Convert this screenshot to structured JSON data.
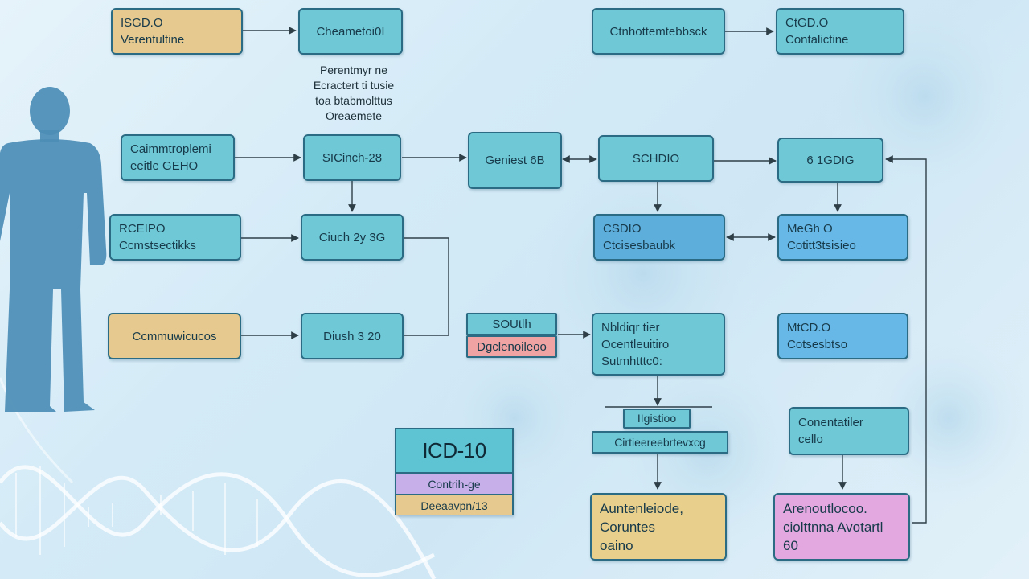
{
  "nodes": {
    "n1": [
      "ISGD.O",
      "Verentultine"
    ],
    "n2": [
      "Cheametoi0I"
    ],
    "n3": [
      "Ctnhottemtebbsck"
    ],
    "n4": [
      "CtGD.O",
      "Contalictine"
    ],
    "n5": [
      "Caimmtroplemi",
      "eeitle GEHO"
    ],
    "n6": [
      "SICinch-28"
    ],
    "n7": [
      "Geniest 6B"
    ],
    "n8": [
      "SCHDIO"
    ],
    "n9": [
      "6 1GDIG"
    ],
    "n10": [
      "RCEIPO",
      "Ccmstsectikks"
    ],
    "n11": [
      "Ciuch 2y 3G"
    ],
    "n12": [
      "CSDIO",
      "Ctcisesbaubk"
    ],
    "n13": [
      "MeGh O",
      "Cotitt3tsisieo"
    ],
    "n14": [
      "Ccmmuwicucos"
    ],
    "n15": [
      "Diush 3 20"
    ],
    "n16a": [
      "SOUtlh"
    ],
    "n16b": [
      "Dgclenoileoo"
    ],
    "n17": [
      "Nbldiqr tier",
      "Ocentleuitiro",
      "Sutmhtttc0:"
    ],
    "n18": [
      "MtCD.O",
      "Cotsesbtso"
    ],
    "n19a": [
      "IIgistioo"
    ],
    "n19b": [
      "Cirtieereebrtevxcg"
    ],
    "n20": [
      "Conentatiler",
      "cello"
    ],
    "n21": [
      "Auntenleiode,",
      "Coruntes",
      "oaino"
    ],
    "n22": [
      "Arenoutlocoo.",
      "ciolttnna Avotartl",
      "60"
    ]
  },
  "annotation": [
    "Perentmyr ne",
    "Ecractert ti tusie",
    "toa btabmolttus",
    "Oreaemete"
  ],
  "icd": {
    "title": "ICD-10",
    "row1": "Contrih-ge",
    "row2": "Deeaavpn/13"
  },
  "colors": {
    "teal": "#6fc8d6",
    "blue": "#67b8e6",
    "gold": "#e5c98e",
    "pink": "#e2a8df",
    "salmon": "#f0a3a3",
    "lilac": "#c7b0ea",
    "stroke": "#2b6c84",
    "figure": "#4c8db6"
  }
}
